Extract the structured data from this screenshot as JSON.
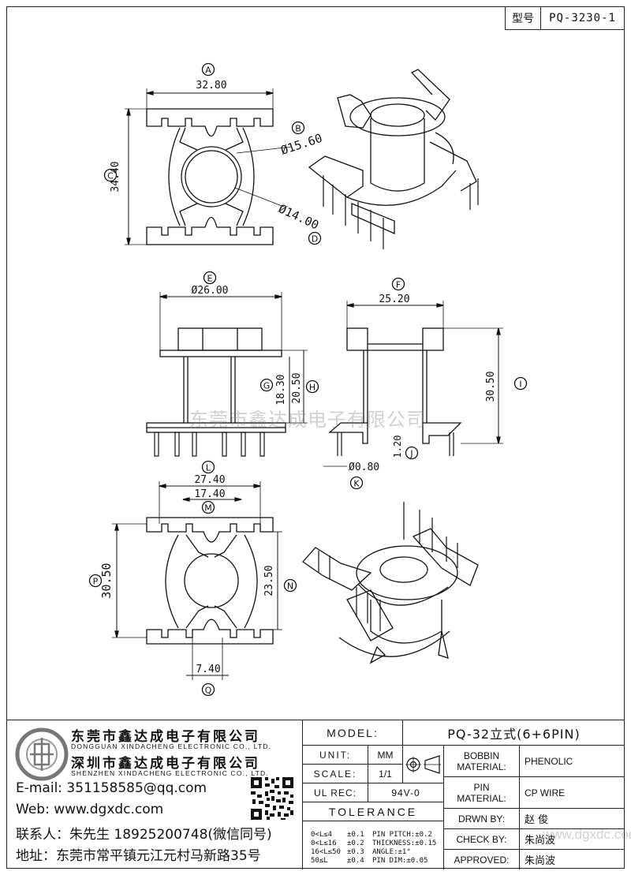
{
  "header": {
    "type_label": "型号",
    "type_value": "PQ-3230-1"
  },
  "watermark": "东莞市鑫达成电子有限公司",
  "watermark_url": "www.dgxdc.com",
  "view_labels": [
    "A",
    "B",
    "C",
    "D",
    "E",
    "F",
    "G",
    "H",
    "I",
    "J",
    "K",
    "L",
    "M",
    "N",
    "P",
    "Q"
  ],
  "dimensions": {
    "A": "32.80",
    "B": "Ø15.60",
    "C": "34.40",
    "D": "Ø14.00",
    "E": "Ø26.00",
    "F": "25.20",
    "G": "18.30",
    "H": "20.50",
    "I": "30.50",
    "J": "1.20",
    "K": "Ø0.80",
    "L": "27.40",
    "M": "17.40",
    "N": "23.50",
    "P": "30.50",
    "Q": "7.40"
  },
  "company": {
    "name_cn_1": "东莞市鑫达成电子有限公司",
    "name_en_1": "DONGGUAN XINDACHENG ELECTRONIC CO., LTD.",
    "name_cn_2": "深圳市鑫达成电子有限公司",
    "name_en_2": "SHENZHEN XINDACHENG ELECTRONIC CO., LTD.",
    "email": "E-mail: 351158585@qq.com",
    "web": "Web: www.dgxdc.com",
    "contact": "联系人：朱先生 18925200748(微信同号)",
    "address": "地址：东莞市常平镇元江元村马新路35号"
  },
  "title_block": {
    "model_label": "MODEL:",
    "model_value": "PQ-32立式(6+6PIN)",
    "unit_label": "UNIT:",
    "unit_value": "MM",
    "scale_label": "SCALE:",
    "scale_value": "1/1",
    "ulrec_label": "UL REC:",
    "ulrec_value": "94V-0",
    "tolerance_label": "TOLERANCE",
    "bobbin_label_1": "BOBBIN",
    "bobbin_label_2": "MATERIAL:",
    "bobbin_value": "PHENOLIC",
    "pin_label_1": "PIN",
    "pin_label_2": "MATERIAL:",
    "pin_value": "CP WIRE",
    "drawn_label": "DRWN BY:",
    "drawn_value": "赵 俊",
    "check_label": "CHECK BY:",
    "check_value": "朱尚波",
    "approved_label": "APPROVED:",
    "approved_value": "朱尚波",
    "tolerance_rows": [
      [
        "0<L≤4",
        "±0.1",
        "PIN PITCH:±0.2"
      ],
      [
        "0<L≤16",
        "±0.2",
        "THICKNESS:±0.15"
      ],
      [
        "16<L≤50",
        "±0.3",
        "ANGLE:±1°"
      ],
      [
        "50≤L",
        "±0.4",
        "PIN DIM:±0.05"
      ]
    ]
  }
}
